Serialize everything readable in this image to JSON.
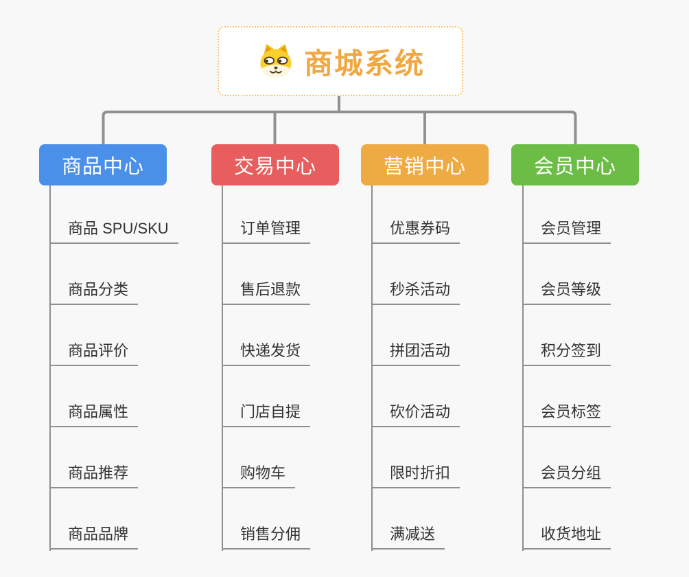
{
  "page": {
    "background": "#f8f8f8",
    "connector_color": "#909090",
    "leaf_line_color": "#8f8f8f",
    "leaf_text_color": "#333333"
  },
  "root": {
    "title": "商城系统",
    "icon": "doge-icon",
    "text_color": "#f0a843",
    "border_color": "#f2c473",
    "background": "#ffffff"
  },
  "branches": [
    {
      "label": "商品中心",
      "color": "#4a8fe8",
      "children": [
        "商品 SPU/SKU",
        "商品分类",
        "商品评价",
        "商品属性",
        "商品推荐",
        "商品品牌"
      ]
    },
    {
      "label": "交易中心",
      "color": "#e85d5d",
      "children": [
        "订单管理",
        "售后退款",
        "快递发货",
        "门店自提",
        "购物车",
        "销售分佣"
      ]
    },
    {
      "label": "营销中心",
      "color": "#efab43",
      "children": [
        "优惠券码",
        "秒杀活动",
        "拼团活动",
        "砍价活动",
        "限时折扣",
        "满减送"
      ]
    },
    {
      "label": "会员中心",
      "color": "#6cbd45",
      "children": [
        "会员管理",
        "会员等级",
        "积分签到",
        "会员标签",
        "会员分组",
        "收货地址"
      ]
    }
  ]
}
